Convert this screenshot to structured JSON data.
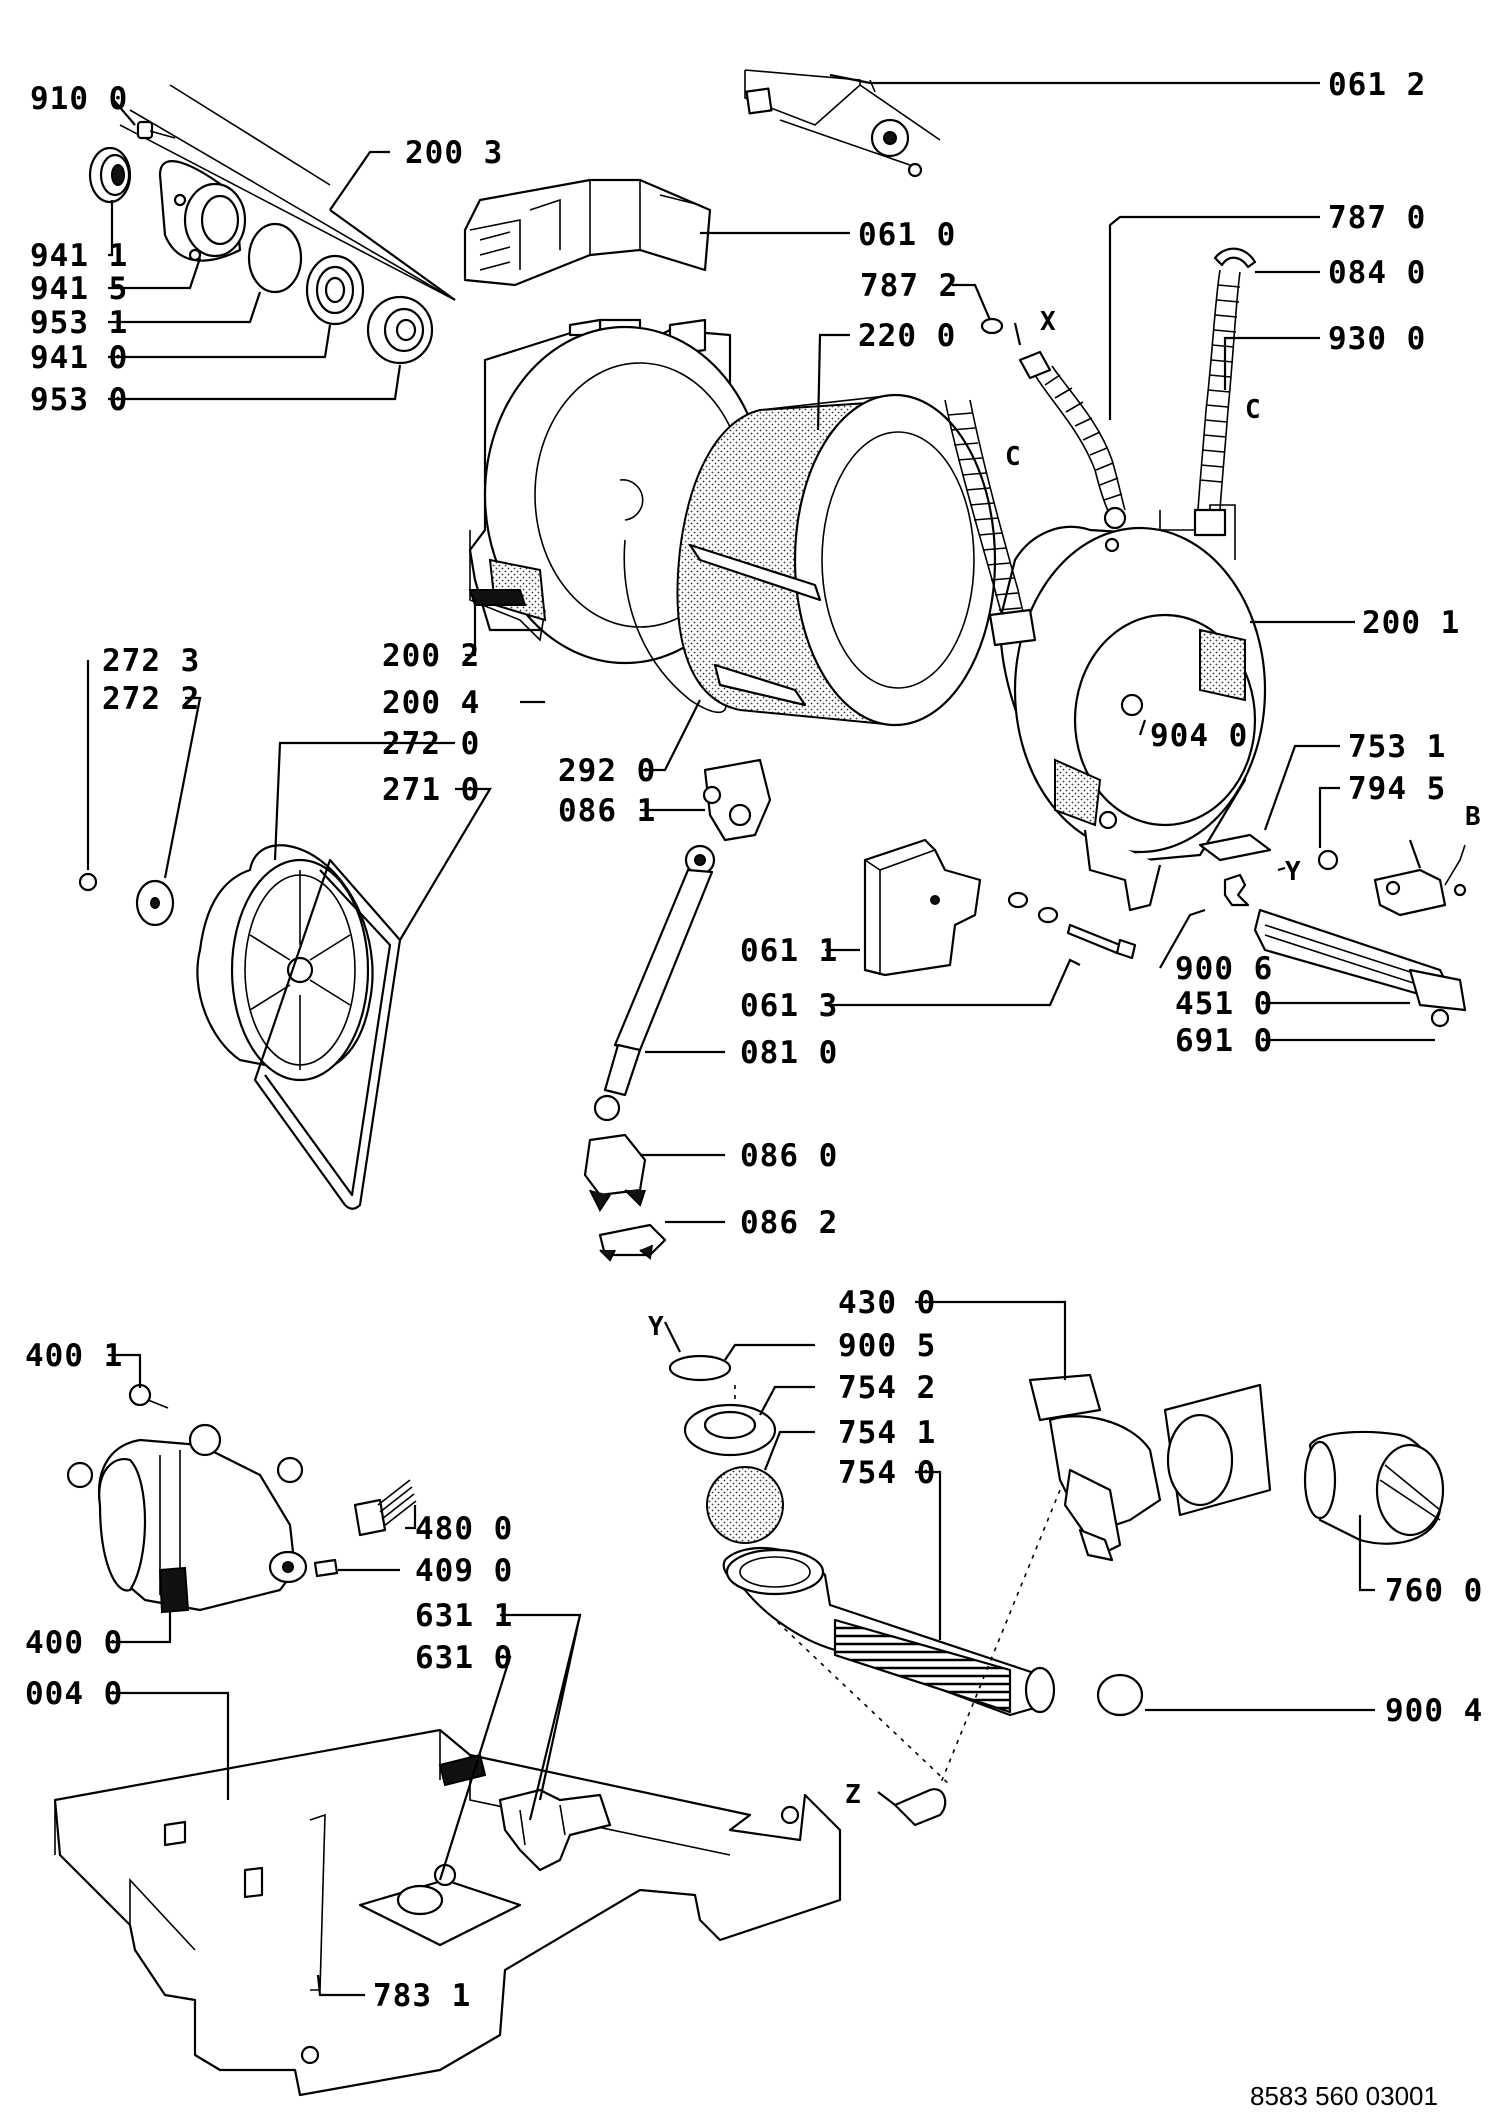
{
  "diagram": {
    "doc_number": "8583 560 03001",
    "callouts": [
      {
        "id": "910-0",
        "text": "910 0"
      },
      {
        "id": "200-3",
        "text": "200 3"
      },
      {
        "id": "061-2",
        "text": "061 2"
      },
      {
        "id": "061-0",
        "text": "061 0"
      },
      {
        "id": "787-0",
        "text": "787 0"
      },
      {
        "id": "787-2",
        "text": "787 2"
      },
      {
        "id": "084-0",
        "text": "084 0"
      },
      {
        "id": "941-1",
        "text": "941 1"
      },
      {
        "id": "941-5",
        "text": "941 5"
      },
      {
        "id": "953-1",
        "text": "953 1"
      },
      {
        "id": "941-0",
        "text": "941 0"
      },
      {
        "id": "953-0",
        "text": "953 0"
      },
      {
        "id": "220-0",
        "text": "220 0"
      },
      {
        "id": "930-0",
        "text": "930 0"
      },
      {
        "id": "200-1",
        "text": "200 1"
      },
      {
        "id": "200-2",
        "text": "200 2"
      },
      {
        "id": "200-4",
        "text": "200 4"
      },
      {
        "id": "272-3",
        "text": "272 3"
      },
      {
        "id": "272-2",
        "text": "272 2"
      },
      {
        "id": "272-0",
        "text": "272 0"
      },
      {
        "id": "271-0",
        "text": "271 0"
      },
      {
        "id": "292-0",
        "text": "292 0"
      },
      {
        "id": "086-1",
        "text": "086 1"
      },
      {
        "id": "904-0",
        "text": "904 0"
      },
      {
        "id": "753-1",
        "text": "753 1"
      },
      {
        "id": "794-5",
        "text": "794 5"
      },
      {
        "id": "061-1",
        "text": "061 1"
      },
      {
        "id": "061-3",
        "text": "061 3"
      },
      {
        "id": "900-6",
        "text": "900 6"
      },
      {
        "id": "451-0",
        "text": "451 0"
      },
      {
        "id": "691-0",
        "text": "691 0"
      },
      {
        "id": "081-0",
        "text": "081 0"
      },
      {
        "id": "086-0",
        "text": "086 0"
      },
      {
        "id": "086-2",
        "text": "086 2"
      },
      {
        "id": "430-0",
        "text": "430 0"
      },
      {
        "id": "900-5",
        "text": "900 5"
      },
      {
        "id": "754-2",
        "text": "754 2"
      },
      {
        "id": "754-1",
        "text": "754 1"
      },
      {
        "id": "754-0",
        "text": "754 0"
      },
      {
        "id": "760-0",
        "text": "760 0"
      },
      {
        "id": "400-1",
        "text": "400 1"
      },
      {
        "id": "480-0",
        "text": "480 0"
      },
      {
        "id": "409-0",
        "text": "409 0"
      },
      {
        "id": "400-0",
        "text": "400 0"
      },
      {
        "id": "631-1",
        "text": "631 1"
      },
      {
        "id": "631-0",
        "text": "631 0"
      },
      {
        "id": "004-0",
        "text": "004 0"
      },
      {
        "id": "900-4",
        "text": "900 4"
      },
      {
        "id": "783-1",
        "text": "783 1"
      }
    ],
    "markers": [
      {
        "id": "X",
        "text": "X"
      },
      {
        "id": "C1",
        "text": "C"
      },
      {
        "id": "C2",
        "text": "C"
      },
      {
        "id": "Y1",
        "text": "Y"
      },
      {
        "id": "B",
        "text": "B"
      },
      {
        "id": "Y2",
        "text": "Y"
      },
      {
        "id": "Z",
        "text": "Z"
      }
    ]
  }
}
